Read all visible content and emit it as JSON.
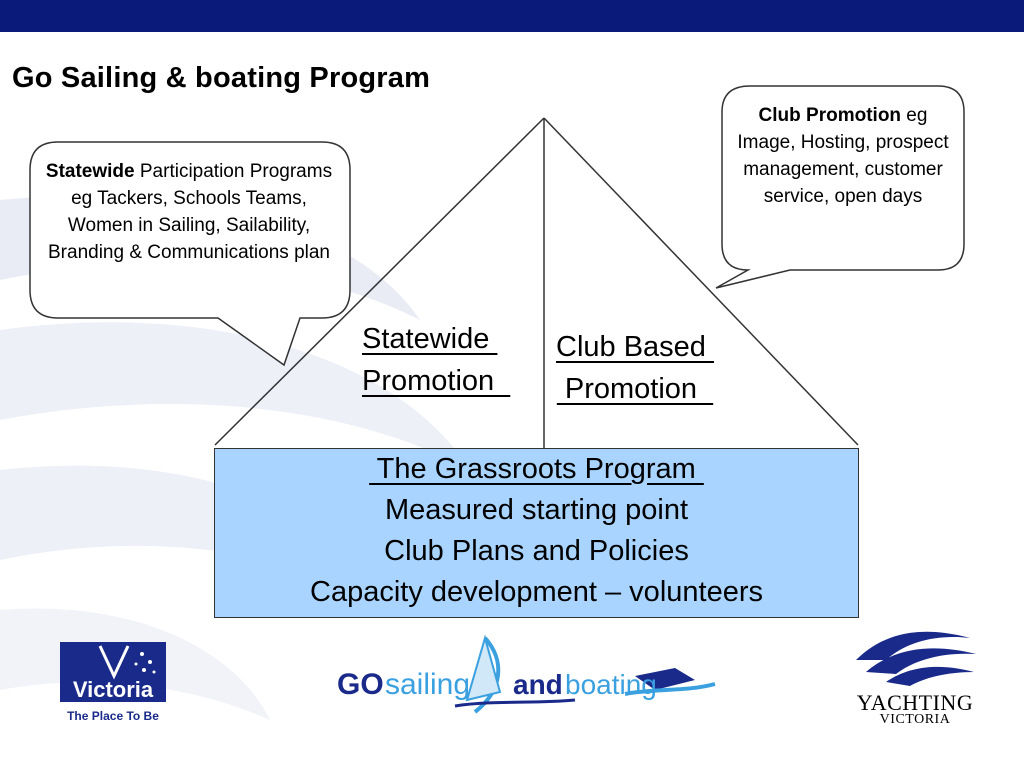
{
  "slide": {
    "title": "Go Sailing & boating Program"
  },
  "callouts": {
    "left": {
      "bold": "Statewide",
      "text": " Participation Programs eg Tackers, Schools Teams, Women in Sailing, Sailability, Branding & Communications plan"
    },
    "right": {
      "bold": "Club Promotion",
      "text": " eg Image, Hosting, prospect management, customer service, open days"
    }
  },
  "roof": {
    "left_line1": "Statewide ",
    "left_line2": "Promotion  ",
    "right_line1": "Club Based ",
    "right_line2": " Promotion  "
  },
  "base": {
    "line1": " The Grassroots Program ",
    "line2": "Measured starting point",
    "line3": "Club Plans and Policies",
    "line4": "Capacity development – volunteers"
  },
  "logos": {
    "victoria_word": "Victoria",
    "victoria_tagline": "The Place To Be",
    "go_text": "GO",
    "sailing_text": "sailing",
    "and_text": "and",
    "boating_text": "boating",
    "yachting_text": "YACHTING",
    "yachting_sub": "VICTORIA"
  },
  "colors": {
    "top_bar": "#0a1a7a",
    "base_fill": "#a8d4ff",
    "logo_navy": "#1a2a8a",
    "logo_sky": "#3aa0e0"
  }
}
